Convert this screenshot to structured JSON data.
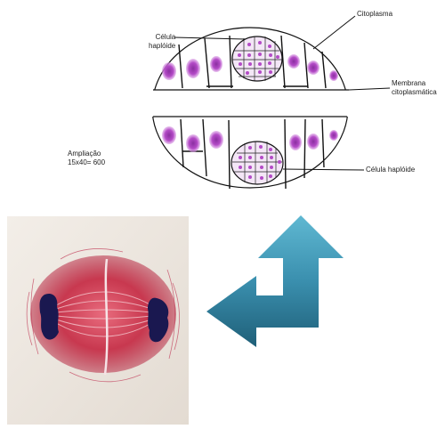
{
  "labels": {
    "citoplasma": "Citoplasma",
    "celula_haploide_top_line1": "Célula",
    "celula_haploide_top_line2": "haplóide",
    "membrana_line1": "Membrana",
    "membrana_line2": "citoplasmática",
    "celula_haploide_bottom": "Célula haplóide",
    "ampliacao_line1": "Ampliação",
    "ampliacao_line2": "15x40= 600"
  },
  "colors": {
    "chromatin": "#b44bc7",
    "nucleus_dot": "#b44bc7",
    "outline": "#111111",
    "arrow_light": "#4ea9c6",
    "arrow_dark": "#1f5f78",
    "spindle_red": "#c8384f",
    "chromosome_dark": "#1a1850",
    "micrograph_bg": "#ece6e0"
  },
  "icons": {
    "arrow": "bent-double-arrow-icon"
  }
}
